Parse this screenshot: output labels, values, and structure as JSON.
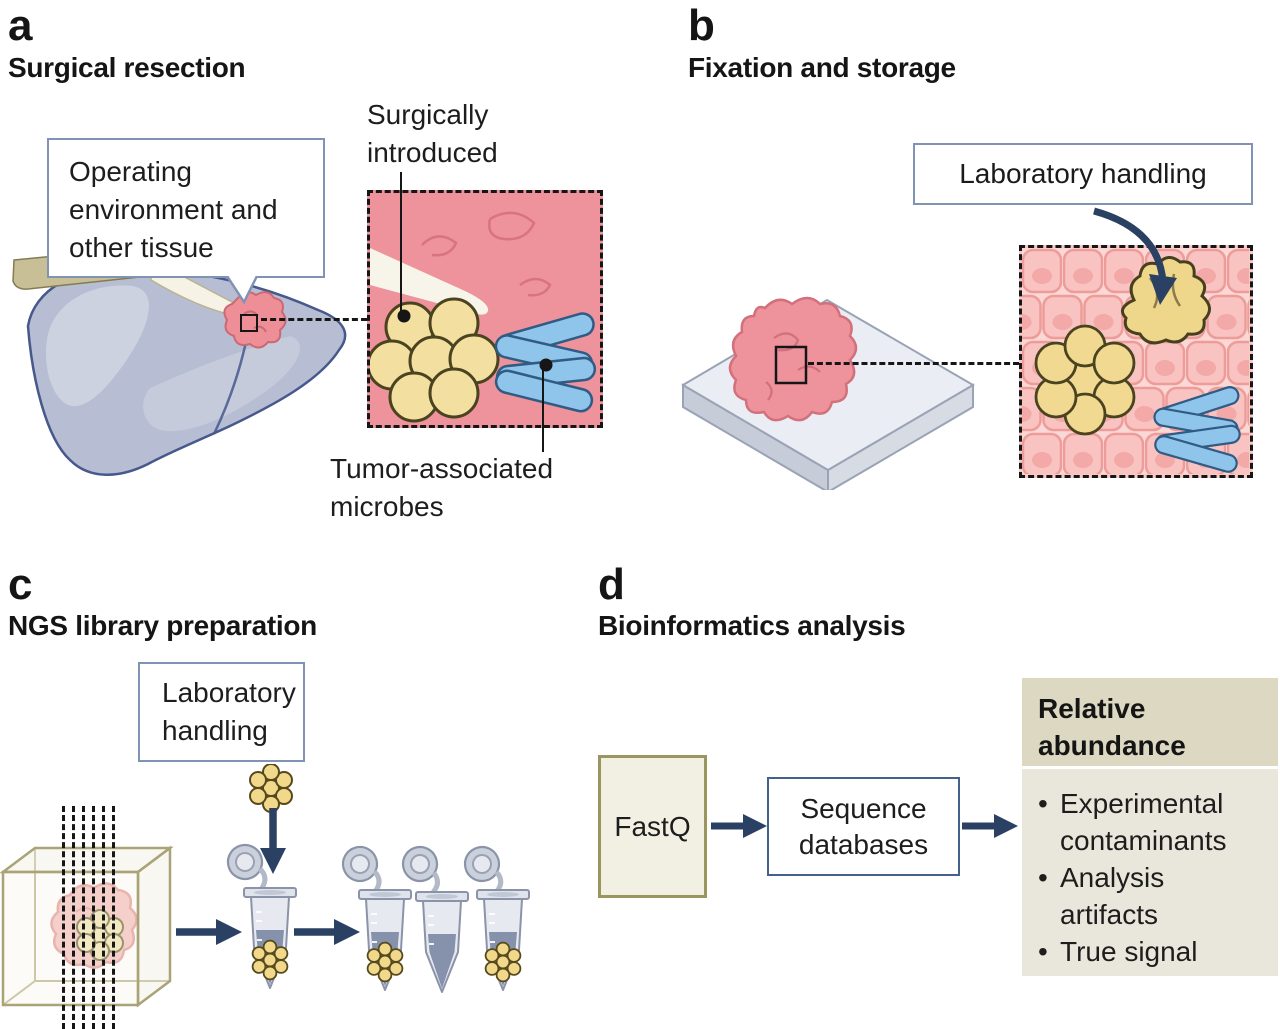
{
  "fig": {
    "panels": {
      "a": {
        "label": "a",
        "title": "Surgical resection",
        "bubble": "Operating environment and other tissue",
        "callout_top": "Surgically introduced",
        "callout_bottom": "Tumor-associated microbes"
      },
      "b": {
        "label": "b",
        "title": "Fixation and storage",
        "box": "Laboratory handling"
      },
      "c": {
        "label": "c",
        "title": "NGS library preparation",
        "box": "Laboratory handling"
      },
      "d": {
        "label": "d",
        "title": "Bioinformatics analysis",
        "fastq": "FastQ",
        "seqdb": "Sequence databases",
        "relative_abundance": {
          "title": "Relative abundance",
          "bullet_char": "•",
          "items": [
            "Experimental contaminants",
            "Analysis artifacts",
            "True signal"
          ]
        }
      }
    },
    "colors": {
      "tissue_pink": "#ee929b",
      "cell_pink": "#f8c3c0",
      "microbe_yellow": "#f3dfa0",
      "microbe_blue": "#8fc4eb",
      "arrow_navy": "#2a4163",
      "liver_gray_blue": "#b7bdd2",
      "beige_panel": "#e9e7db",
      "beige_header": "#dcd8c2",
      "fastq_fill": "#f1f0e3",
      "fastq_border": "#9b9660",
      "box_border_blue": "#8193b4"
    }
  }
}
